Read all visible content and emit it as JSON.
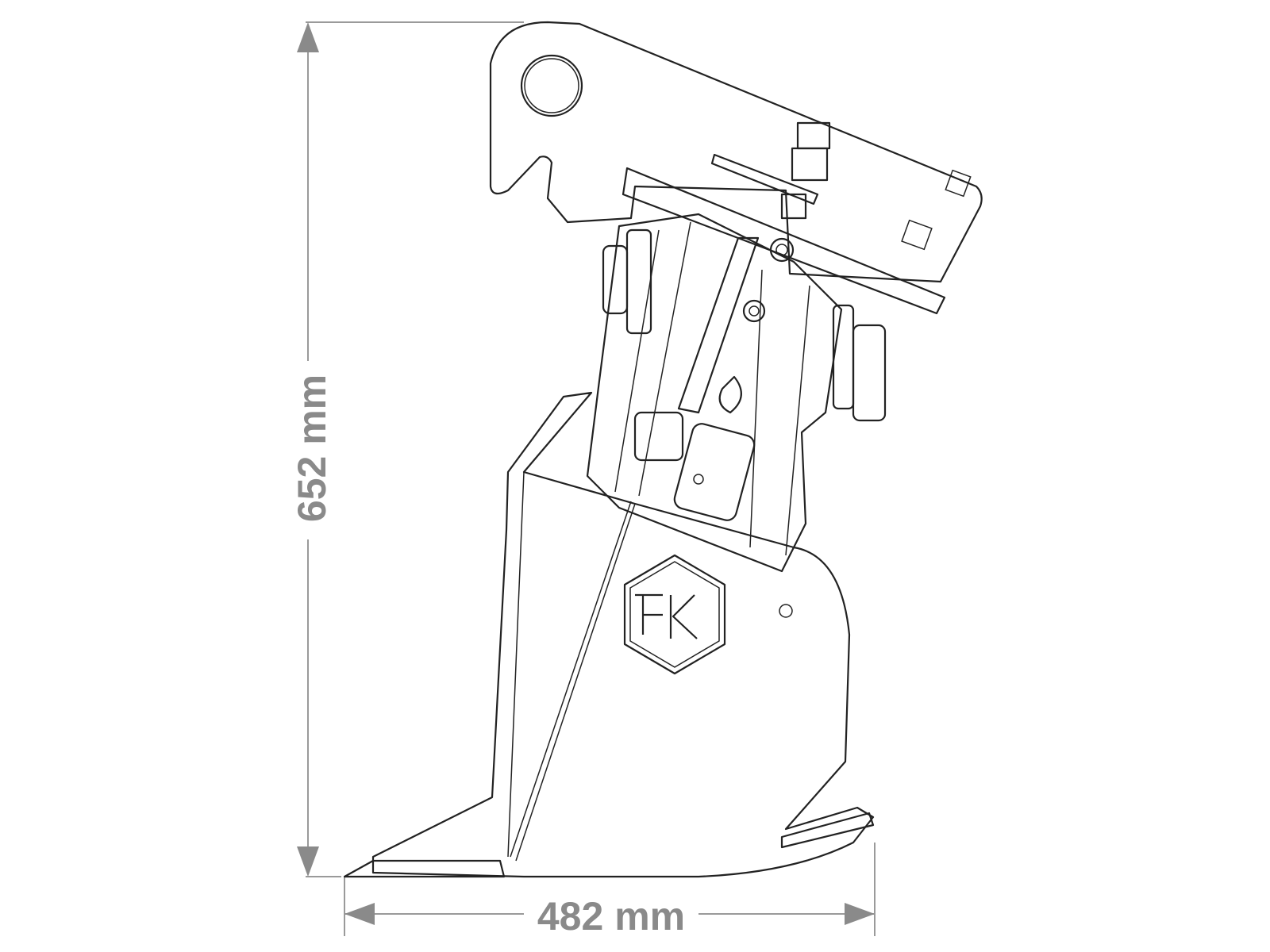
{
  "dimensions": {
    "height_label": "652 mm",
    "width_label": "482 mm"
  },
  "logo": {
    "text": "FK"
  },
  "colors": {
    "line": "#222222",
    "dimension": "#8a8a8a",
    "background": "#ffffff"
  }
}
